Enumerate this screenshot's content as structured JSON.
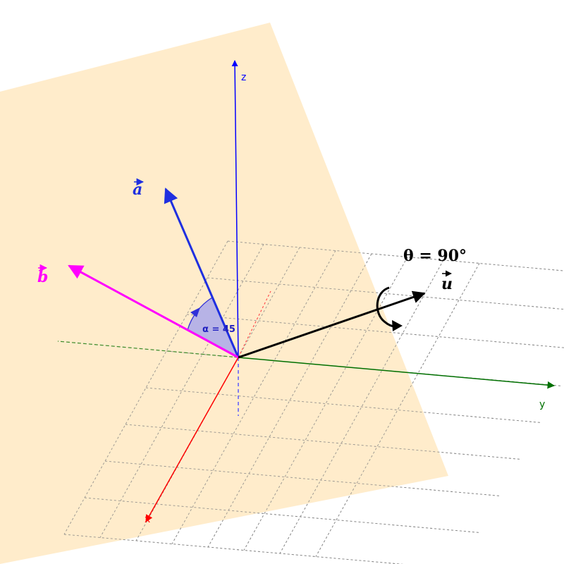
{
  "scene": {
    "axes": {
      "x": {
        "label": "x",
        "color": "#ff0000"
      },
      "y": {
        "label": "y",
        "color": "#007000"
      },
      "z": {
        "label": "z",
        "color": "#0000ff"
      }
    },
    "plane_color": "#ffe9c2",
    "grid_color": "#8a8a8a",
    "vectors": {
      "a": {
        "label": "a",
        "color": "#1f2fe0"
      },
      "b": {
        "label": "b",
        "color": "#ff00ff"
      },
      "u": {
        "label": "u",
        "color": "#000000"
      }
    },
    "angle": {
      "text": "α = 45",
      "fill": "#b7b3e6",
      "stroke": "#3030d8"
    },
    "rotation": {
      "text": "θ = 90°"
    }
  }
}
